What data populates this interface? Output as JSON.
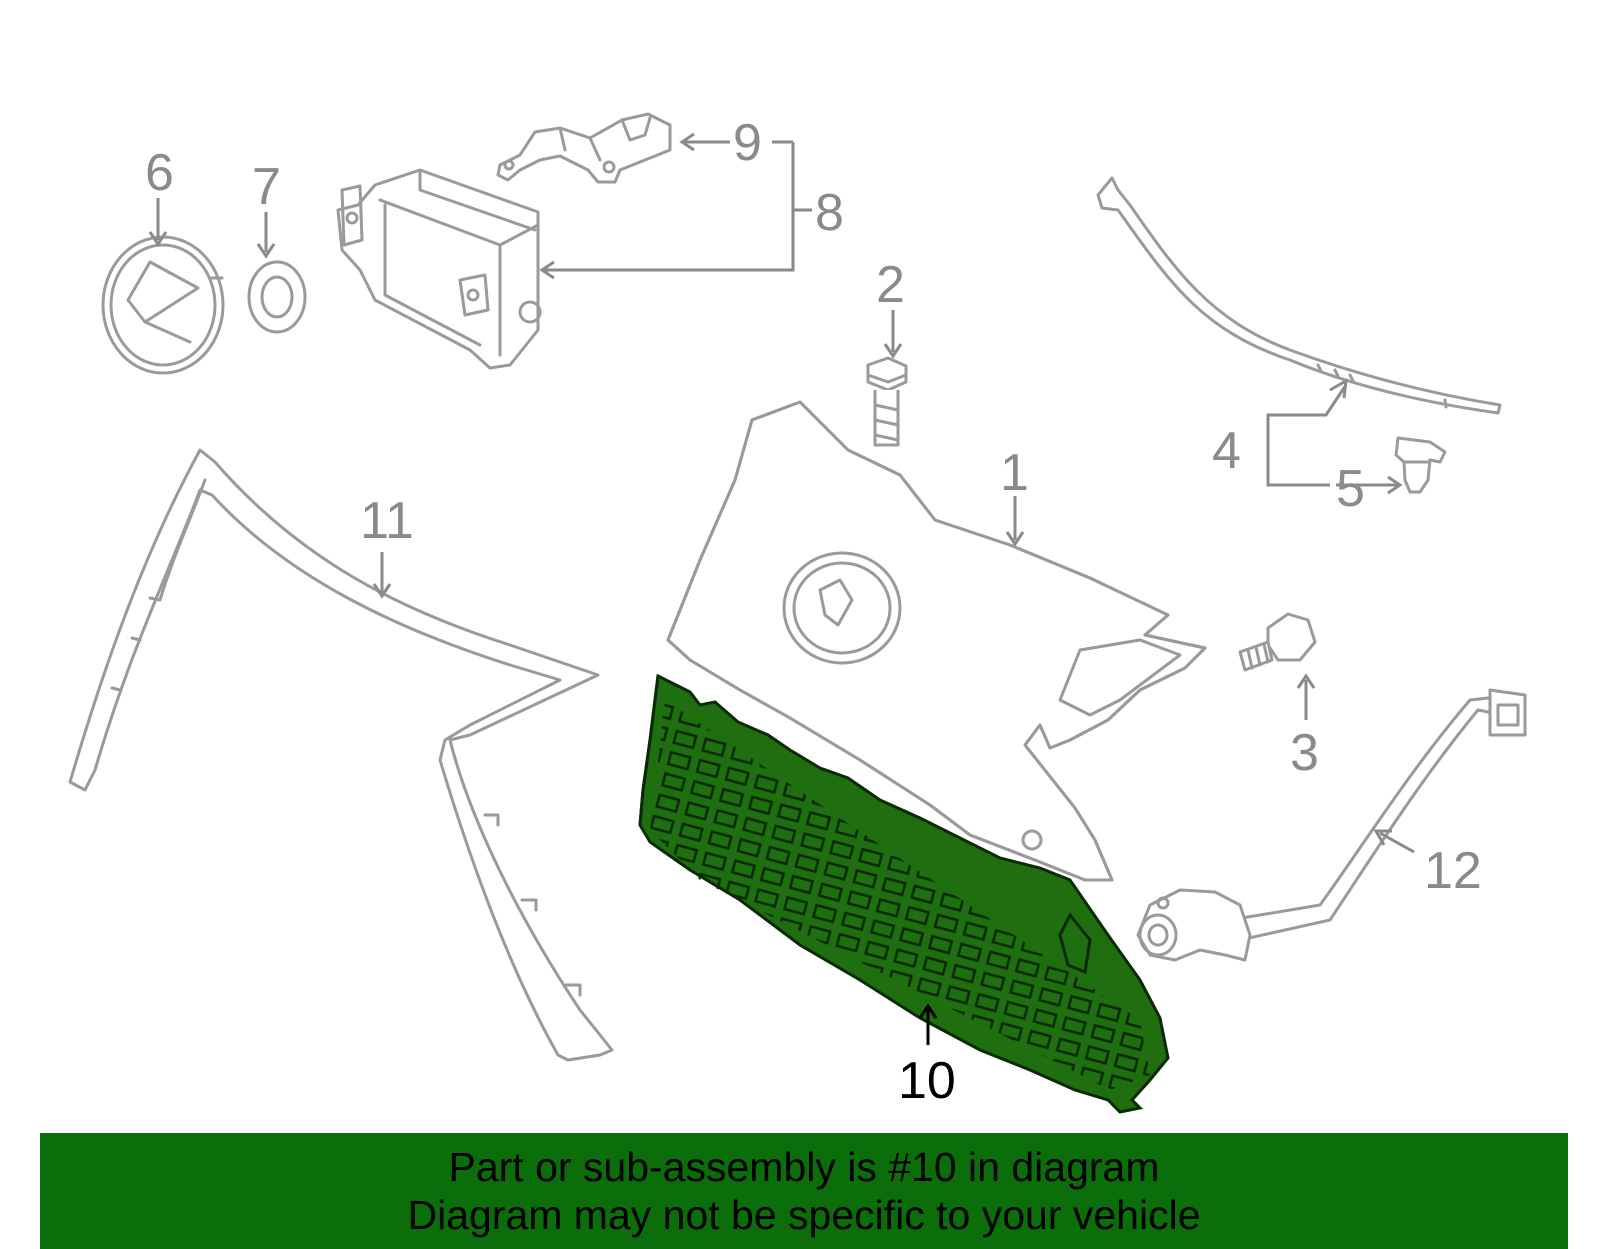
{
  "diagram": {
    "highlight_color": "#1f6e0f",
    "callouts": [
      {
        "id": "1",
        "text": "1",
        "highlighted": false
      },
      {
        "id": "2",
        "text": "2",
        "highlighted": false
      },
      {
        "id": "3",
        "text": "3",
        "highlighted": false
      },
      {
        "id": "4",
        "text": "4",
        "highlighted": false
      },
      {
        "id": "5",
        "text": "5",
        "highlighted": false
      },
      {
        "id": "6",
        "text": "6",
        "highlighted": false
      },
      {
        "id": "7",
        "text": "7",
        "highlighted": false
      },
      {
        "id": "8",
        "text": "8",
        "highlighted": false
      },
      {
        "id": "9",
        "text": "9",
        "highlighted": false
      },
      {
        "id": "10",
        "text": "10",
        "highlighted": true
      },
      {
        "id": "11",
        "text": "11",
        "highlighted": false
      },
      {
        "id": "12",
        "text": "12",
        "highlighted": false
      }
    ]
  },
  "banner": {
    "background": "#0b6e0b",
    "line1": "Part or sub-assembly is #10 in diagram",
    "line2": "Diagram may not be specific to your vehicle"
  }
}
